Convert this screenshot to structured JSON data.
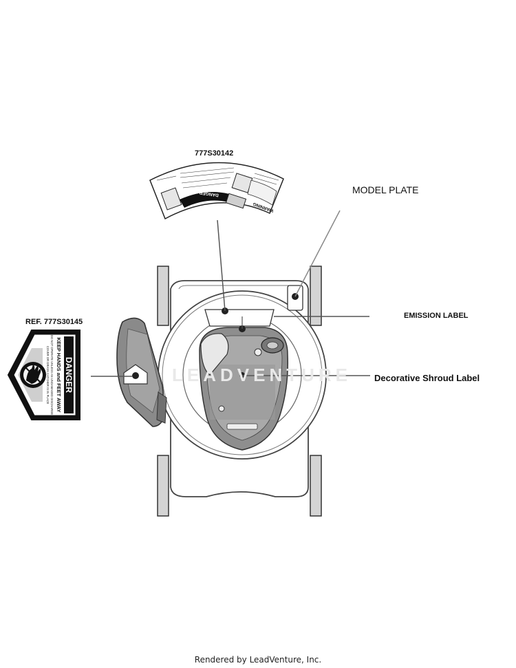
{
  "callouts": {
    "top_label_part": "777S30142",
    "model_plate": "MODEL PLATE",
    "emission_label": "EMISSION LABEL",
    "ref_label_part": "REF. 777S30145",
    "decorative_shroud": "Decorative Shroud Label"
  },
  "danger_decal": {
    "title": "DANGER",
    "line1": "KEEP HANDS and FEET AWAY",
    "line2": "DO NOT OPERATE UNLESS AN UNDAMAGED DISCHARGE",
    "line3": "COVER OR GRASS CATCHER IS IN PLACE"
  },
  "warning_decal": {
    "danger_word": "DANGER",
    "warning_word": "WARNING"
  },
  "watermark": "LEADVENTURE",
  "footer": "Rendered by LeadVenture, Inc."
}
